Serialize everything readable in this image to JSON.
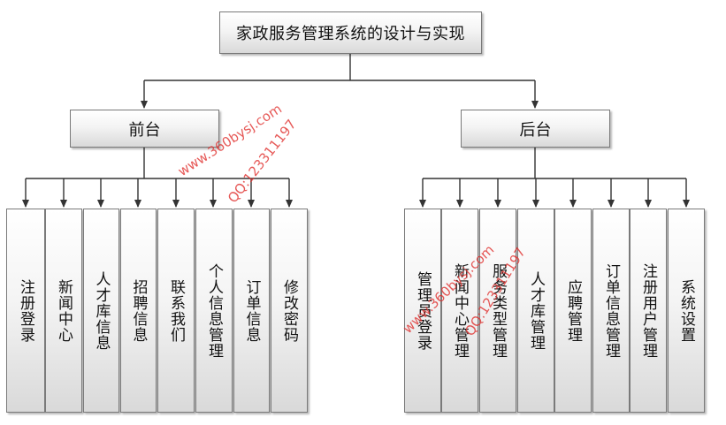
{
  "root": {
    "label": "家政服务管理系统的设计与实现"
  },
  "front": {
    "label": "前台",
    "items": [
      "注册登录",
      "新闻中心",
      "人才库信息",
      "招聘信息",
      "联系我们",
      "个人信息管理",
      "订单信息",
      "修改密码"
    ]
  },
  "back": {
    "label": "后台",
    "items": [
      "管理员登录",
      "新闻中心管理",
      "服务类型管理",
      "人才库管理",
      "应聘管理",
      "订单信息管理",
      "注册用户管理",
      "系统设置"
    ]
  },
  "watermarks": {
    "site": "www.360bysj.com",
    "qq": "QQ:123311197"
  },
  "colors": {
    "line": "#333333",
    "watermark": "#e0302e"
  }
}
